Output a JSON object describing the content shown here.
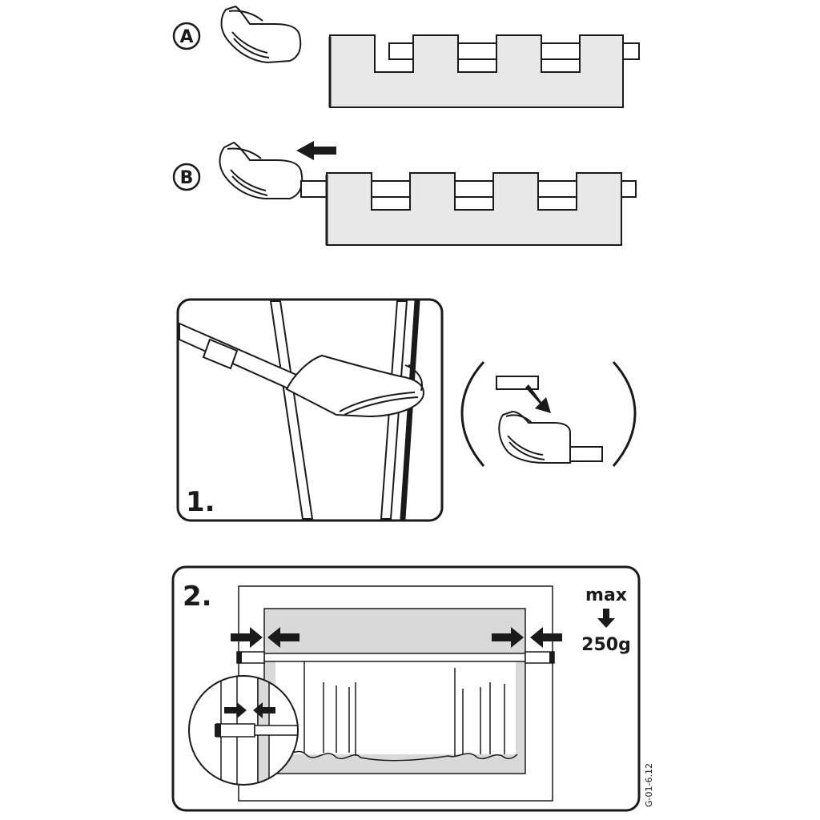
{
  "steps": {
    "a_label": "A",
    "b_label": "B",
    "step1_label": "1.",
    "step2_label": "2."
  },
  "weight": {
    "max_label": "max",
    "value_label": "250g"
  },
  "code": "G-01-6.12",
  "colors": {
    "line": "#1a1a1a",
    "fabric": "#e8e8e8",
    "panel": "#d9d9d9",
    "background": "#ffffff"
  },
  "icons": [
    "arrow-left-icon",
    "arrow-right-icon",
    "arrow-down-icon",
    "diagonal-arrow-icon"
  ]
}
